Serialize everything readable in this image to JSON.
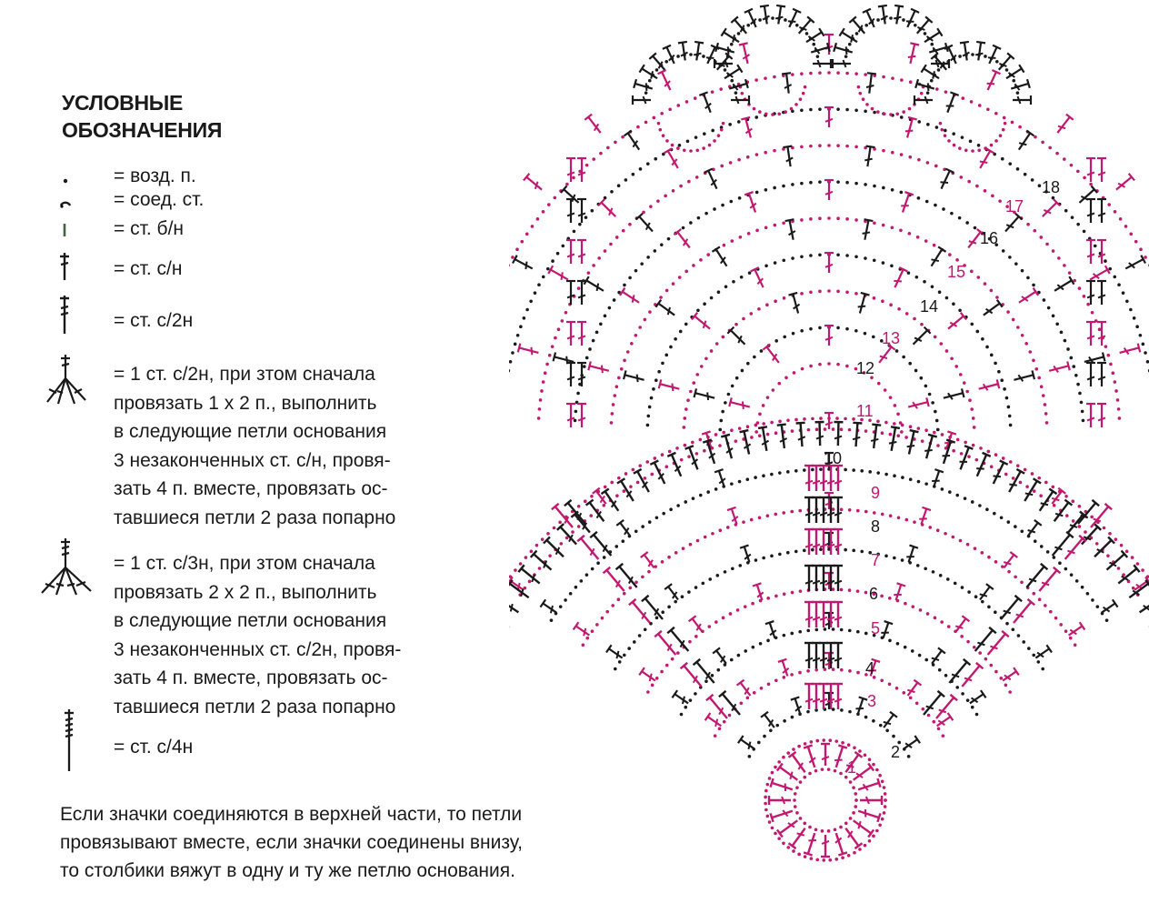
{
  "legend": {
    "title_line1": "УСЛОВНЫЕ",
    "title_line2": "ОБОЗНАЧЕНИЯ",
    "items": [
      {
        "icon": "chain-stitch-icon",
        "text": "= возд. п."
      },
      {
        "icon": "slip-stitch-icon",
        "text": "= соед. ст."
      },
      {
        "icon": "single-crochet-icon",
        "text": "= ст. б/н"
      },
      {
        "icon": "double-crochet-icon",
        "text": "= ст. с/н"
      },
      {
        "icon": "treble-crochet-icon",
        "text": "= ст. с/2н"
      },
      {
        "icon": "cluster-treble-icon",
        "text": "= 1 ст. с/2н, при зтом сначала\nпровязать 1 х 2 п., выполнить\nв следующие петли основания\n3 незаконченных ст. с/н, провя-\nзать 4 п. вместе, провязать ос-\nтавшиеся петли 2 раза попарно"
      },
      {
        "icon": "cluster-double-treble-icon",
        "text": "= 1 ст. с/3н, при зтом сначала\nпровязать 2 х 2 п., выполнить\nв следующие петли основания\n3 незаконченных ст. с/2н, провя-\nзать 4 п. вместе, провязать ос-\nтавшиеся петли 2 раза попарно"
      },
      {
        "icon": "quadruple-crochet-icon",
        "text": "= ст. с/4н"
      }
    ]
  },
  "note": "Если значки соединяются в верхней части, то петли\nпровязывают вместе, если значки соединены внизу,\nто столбики вяжут в одну и ту же петлю основания.",
  "chart": {
    "row_labels": [
      "2",
      "3",
      "4",
      "5",
      "6",
      "7",
      "8",
      "9",
      "10",
      "11",
      "12",
      "13",
      "14",
      "15",
      "16",
      "17",
      "18"
    ],
    "extra_label": "1",
    "colors": {
      "black": "#1a1a1a",
      "pink": "#c2186f"
    }
  }
}
